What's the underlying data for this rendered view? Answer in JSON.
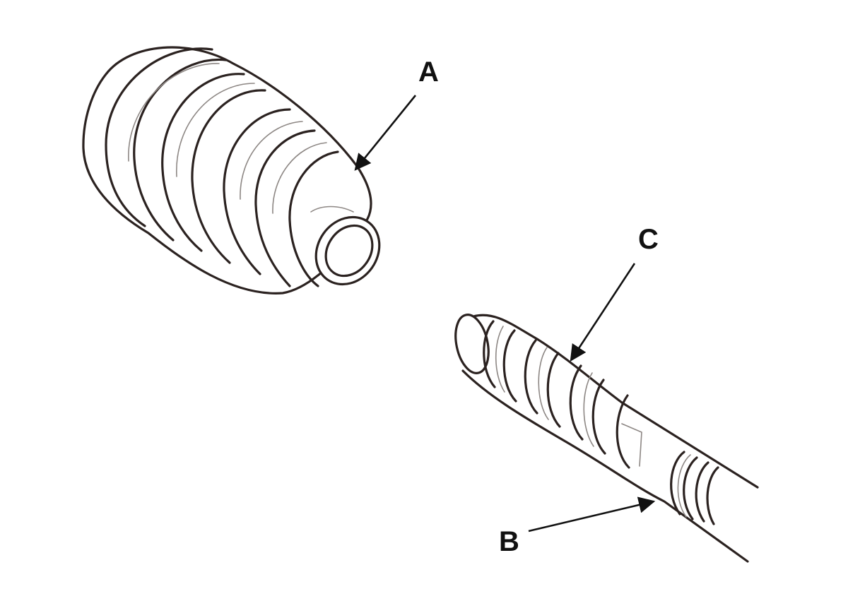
{
  "labels": {
    "a": "A",
    "b": "B",
    "c": "C"
  },
  "colors": {
    "line": "#2b2220",
    "detail": "#8d8784",
    "callout": "#111111",
    "background": "#ffffff"
  },
  "icons": [
    "boot-illustration",
    "shaft-illustration",
    "leader-arrow"
  ]
}
